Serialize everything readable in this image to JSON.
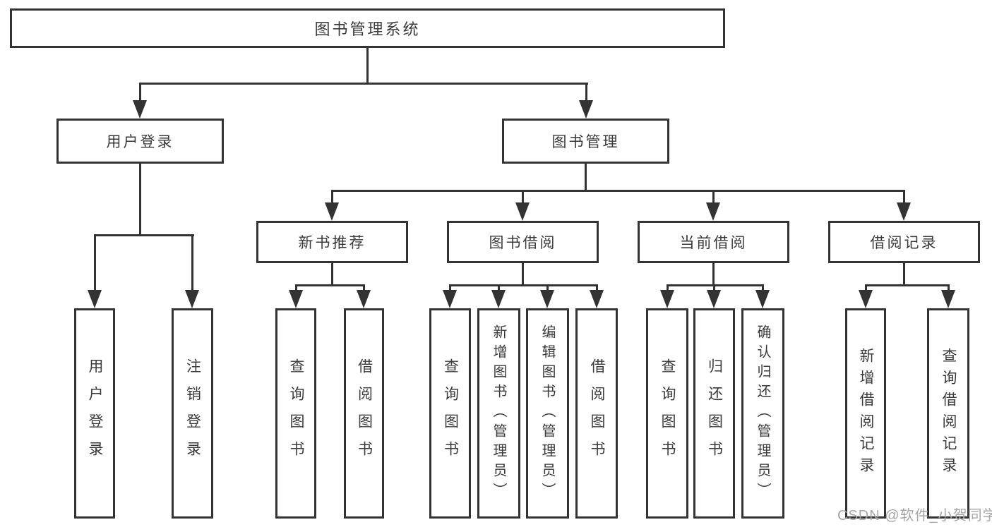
{
  "tree": {
    "label": "图书管理系统",
    "children": [
      {
        "label": "用户登录",
        "children": [
          {
            "label": "用户登录"
          },
          {
            "label": "注销登录"
          }
        ]
      },
      {
        "label": "图书管理",
        "children": [
          {
            "label": "新书推荐",
            "children": [
              {
                "label": "查询图书"
              },
              {
                "label": "借阅图书"
              }
            ]
          },
          {
            "label": "图书借阅",
            "children": [
              {
                "label": "查询图书"
              },
              {
                "label": "新增图书（管理员）"
              },
              {
                "label": "编辑图书（管理员）"
              },
              {
                "label": "借阅图书"
              }
            ]
          },
          {
            "label": "当前借阅",
            "children": [
              {
                "label": "查询图书"
              },
              {
                "label": "归还图书"
              },
              {
                "label": "确认归还（管理员）"
              }
            ]
          },
          {
            "label": "借阅记录",
            "children": [
              {
                "label": "新增借阅记录"
              },
              {
                "label": "查询借阅记录"
              }
            ]
          }
        ]
      }
    ]
  },
  "watermark": "CSDN @软件_小贺同学",
  "colors": {
    "line": "#333333",
    "text": "#3a3a3a",
    "box_background": "#ffffff",
    "page_background": "#ffffff",
    "watermark_text": "#a6a6a6"
  }
}
